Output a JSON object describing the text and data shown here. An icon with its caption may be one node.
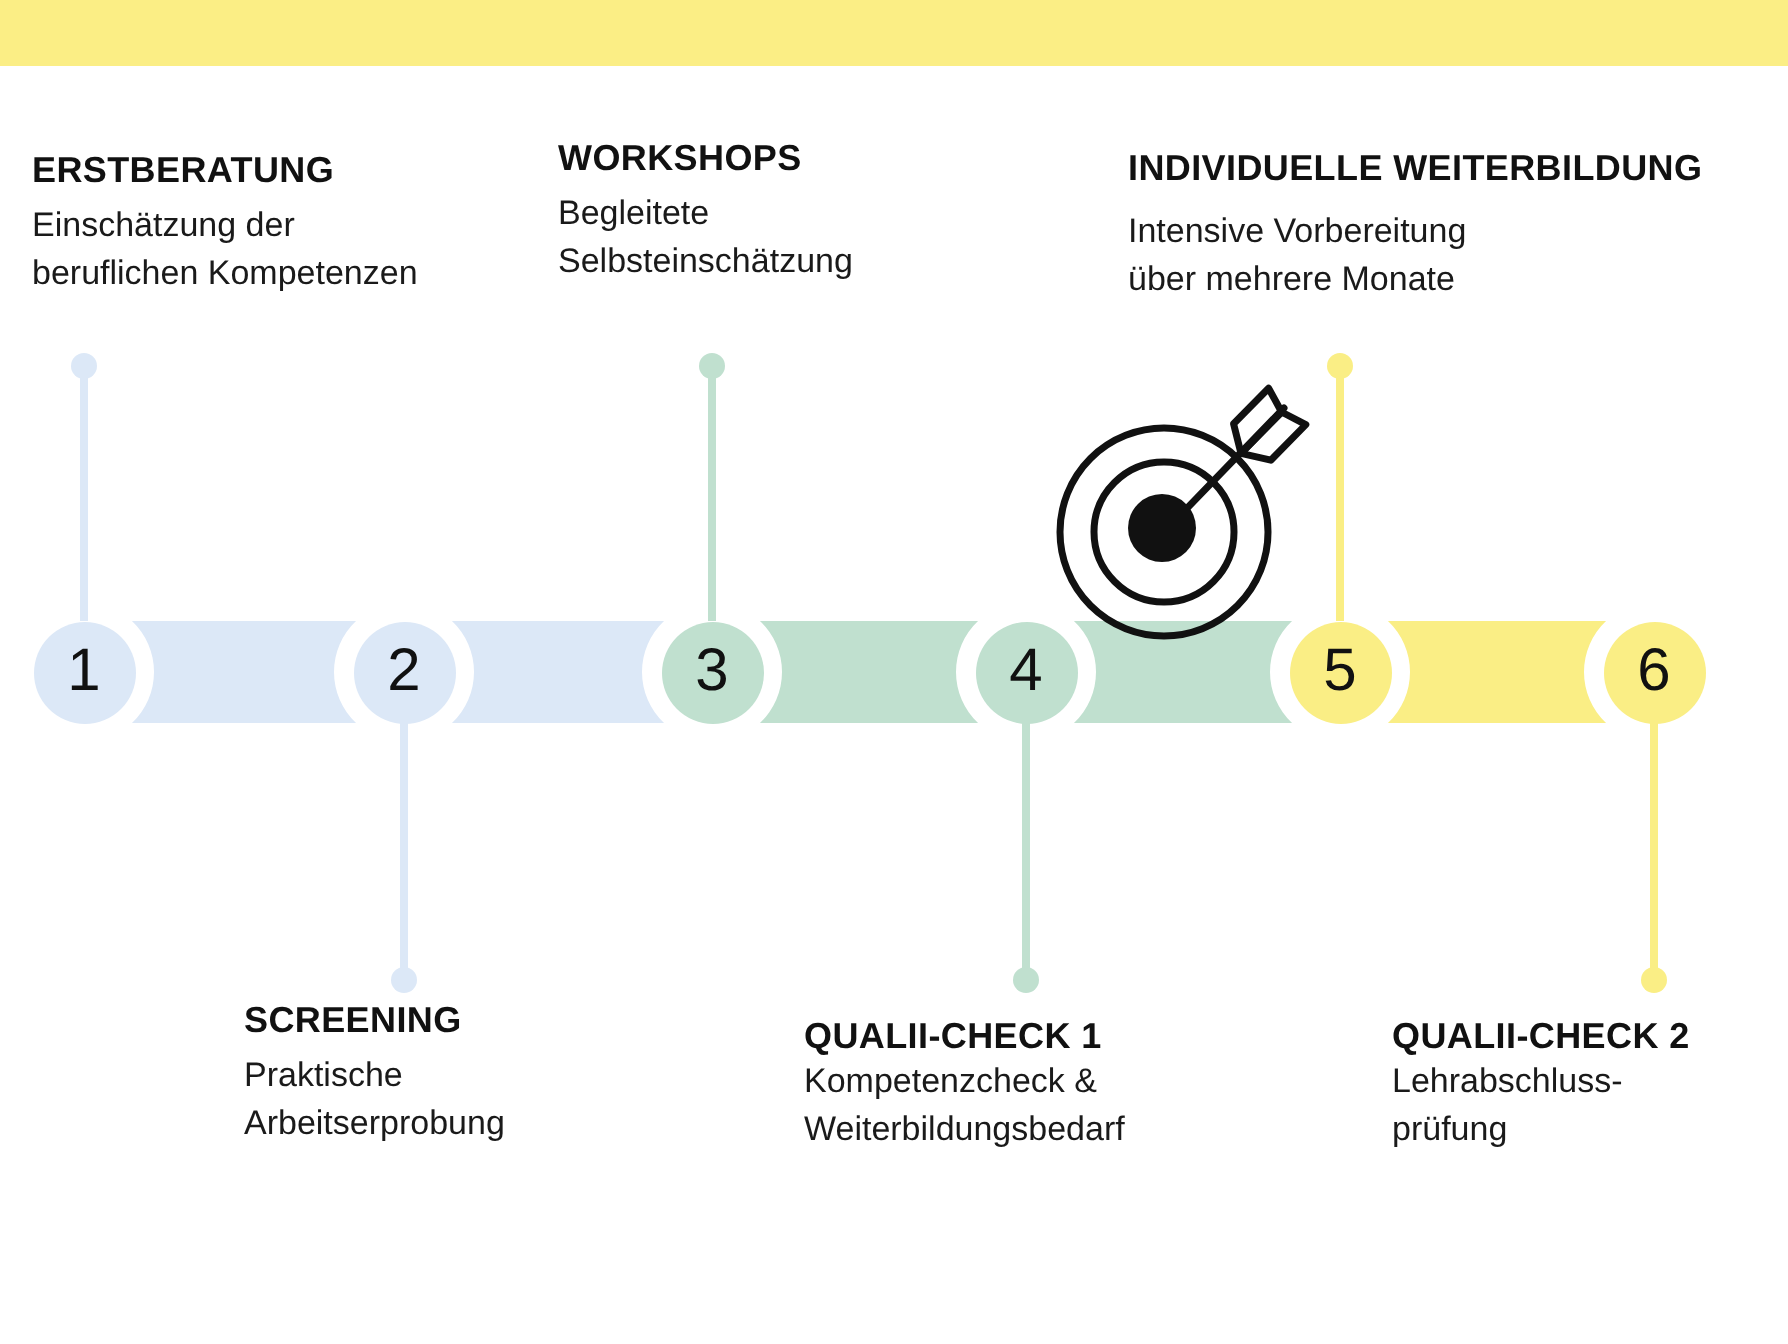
{
  "diagram": {
    "nodes": [
      {
        "text": [
          "1"
        ]
      },
      {
        "text": [
          "2"
        ]
      },
      {
        "text": [
          "3"
        ]
      },
      {
        "text": [
          "4"
        ]
      },
      {
        "text": [
          "5"
        ]
      },
      {
        "text": [
          "6"
        ]
      },
      {
        "text": [
          "ERSTBERATUNG",
          "Einschätzung der beruflichen Kompetenzen"
        ]
      },
      {
        "text": [
          "SCREENING",
          "Praktische Arbeitserprobung"
        ]
      },
      {
        "text": [
          "WORKSHOPS",
          "Begleitete Selbsteinschätzung"
        ]
      },
      {
        "text": [
          "QUALII-CHECK 1",
          "Kompetenzcheck & Weiterbildungsbedarf"
        ]
      },
      {
        "text": [
          "INDIVIDUELLE WEITERBILDUNG",
          "Intensive Vorbereitung über mehrere Monate"
        ]
      },
      {
        "text": [
          "QUALII-CHECK 2",
          "Lehrabschluss- prüfung"
        ]
      }
    ],
    "edges": [
      {
        "from": 0,
        "to": 1,
        "arrow": "none",
        "style": "thick",
        "color": "#dce8f7"
      },
      {
        "from": 1,
        "to": 2,
        "arrow": "none",
        "style": "thick",
        "color": "#dce8f7"
      },
      {
        "from": 2,
        "to": 3,
        "arrow": "none",
        "style": "thick",
        "color": "#c0e0cf"
      },
      {
        "from": 3,
        "to": 4,
        "arrow": "none",
        "style": "thick",
        "color": "#c0e0cf"
      },
      {
        "from": 4,
        "to": 5,
        "arrow": "none",
        "style": "thick",
        "color": "#faee85"
      },
      {
        "from": 0,
        "to": 6,
        "arrow": "other",
        "color": "#dce8f7"
      },
      {
        "from": 1,
        "to": 7,
        "arrow": "other",
        "color": "#dce8f7"
      },
      {
        "from": 2,
        "to": 8,
        "arrow": "other",
        "color": "#c0e0cf"
      },
      {
        "from": 3,
        "to": 9,
        "arrow": "other",
        "color": "#c0e0cf"
      },
      {
        "from": 4,
        "to": 10,
        "arrow": "other",
        "color": "#faee85"
      },
      {
        "from": 5,
        "to": 11,
        "arrow": "other",
        "color": "#faee85"
      }
    ]
  }
}
